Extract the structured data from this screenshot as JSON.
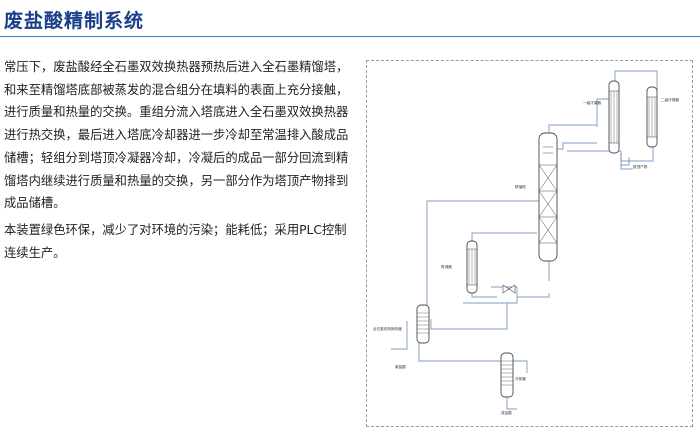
{
  "title": "废盐酸精制系统",
  "paragraph1": "常压下，废盐酸经全石墨双效换热器预热后进入全石墨精馏塔，和来至精馏塔底部被蒸发的混合组分在填料的表面上充分接触，进行质量和热量的交换。重组分流入塔底进入全石墨双效换热器进行热交换，最后进入塔底冷却器进一步冷却至常温排入酸成品储槽；轻组分到塔顶冷凝器冷却，冷凝后的成品一部分回流到精馏塔内继续进行质量和热量的交换，另一部分作为塔顶产物排到成品储槽。",
  "paragraph2": "本装置绿色环保，减少了对环境的污染；能耗低；采用PLC控制连续生产。",
  "diagram": {
    "labels": {
      "condenser_1": "一级冷凝器",
      "condenser_2": "二级冷凝器",
      "top_product": "塔顶产物",
      "column": "精馏塔",
      "reboiler": "再沸器",
      "double_effect_exchanger": "全石墨双效换热器",
      "waste_acid": "废盐酸",
      "cooler": "冷却器",
      "product": "成品酸"
    },
    "colors": {
      "line": "#5a7fb0",
      "equipment": "#4a4a4a"
    }
  }
}
